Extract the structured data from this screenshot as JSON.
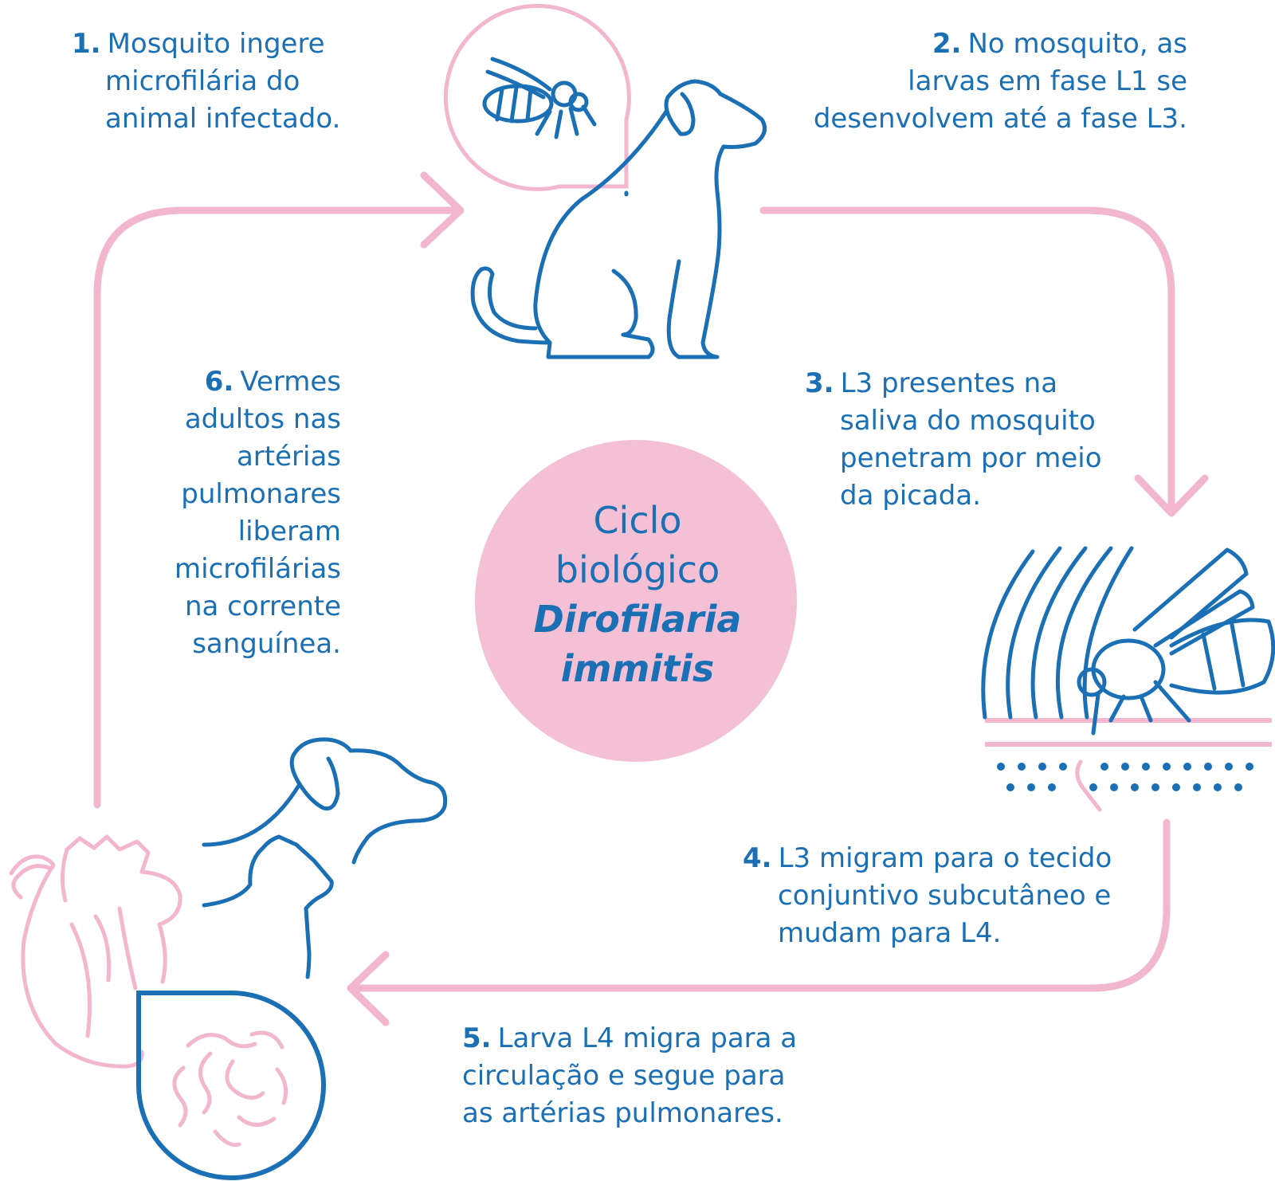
{
  "colors": {
    "blue": "#1a6fb5",
    "pink": "#f2b7cf",
    "pink_fill": "#f3c0d6"
  },
  "icons": [
    "mosquito-icon",
    "dog-icon",
    "skin-bite-icon",
    "dog-cat-icon",
    "heart-icon",
    "worms-magnifier-icon"
  ],
  "center": {
    "line1": "Ciclo",
    "line2": "biológico",
    "line3": "Dirofilaria",
    "line4": "immitis"
  },
  "steps": [
    {
      "number": "1.",
      "lines": [
        "Mosquito ingere",
        "microfilária do",
        "animal infectado."
      ]
    },
    {
      "number": "2.",
      "lines": [
        "No mosquito, as",
        "larvas em fase L1 se",
        "desenvolvem até a fase L3."
      ]
    },
    {
      "number": "3.",
      "lines": [
        "L3 presentes na",
        "saliva do mosquito",
        "penetram por meio",
        "da picada."
      ]
    },
    {
      "number": "4.",
      "lines": [
        "L3 migram para o tecido",
        "conjuntivo subcutâneo e",
        "mudam para L4."
      ]
    },
    {
      "number": "5.",
      "lines": [
        "Larva L4 migra para a",
        "circulação e segue para",
        "as artérias pulmonares."
      ]
    },
    {
      "number": "6.",
      "lines": [
        "Vermes",
        "adultos nas",
        "artérias",
        "pulmonares",
        "liberam",
        "microfilárias",
        "na corrente",
        "sanguínea."
      ]
    }
  ]
}
